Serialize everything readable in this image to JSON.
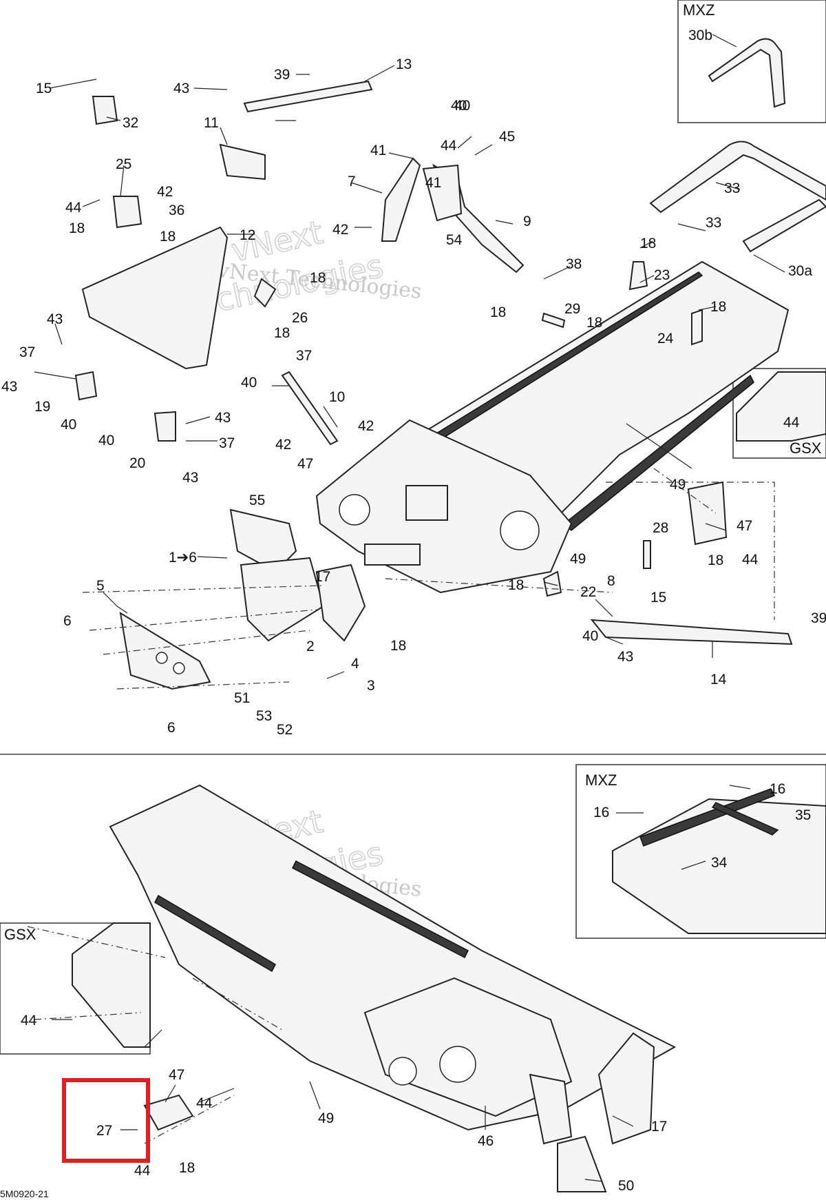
{
  "diagram": {
    "document_id": "5M0920-21",
    "watermark": {
      "line1": "vNext Technologies",
      "line2": "vNext Technologies"
    },
    "insets": {
      "mxz_top": "MXZ",
      "gsx_top": "GSX",
      "mxz_bottom": "MXZ",
      "gsx_bottom": "GSX"
    },
    "callouts": [
      "15",
      "32",
      "43",
      "39",
      "13",
      "40",
      "11",
      "30b",
      "41",
      "44",
      "45",
      "7",
      "40",
      "25",
      "42",
      "44",
      "36",
      "18",
      "18",
      "12",
      "42",
      "54",
      "41",
      "9",
      "33",
      "33",
      "18",
      "26",
      "18",
      "38",
      "18",
      "23",
      "30a",
      "43",
      "37",
      "29",
      "18",
      "18",
      "18",
      "24",
      "43",
      "19",
      "40",
      "37",
      "40",
      "10",
      "42",
      "42",
      "47",
      "44",
      "43",
      "40",
      "37",
      "20",
      "43",
      "49",
      "55",
      "1➔6",
      "28",
      "47",
      "44",
      "18",
      "17",
      "49",
      "5",
      "8",
      "18",
      "22",
      "15",
      "6",
      "18",
      "2",
      "40",
      "43",
      "39",
      "4",
      "3",
      "14",
      "51",
      "53",
      "52",
      "6",
      "16",
      "35",
      "16",
      "34",
      "44",
      "47",
      "44",
      "27",
      "44",
      "18",
      "49",
      "46",
      "17",
      "50"
    ],
    "highlight_callout": "27"
  }
}
